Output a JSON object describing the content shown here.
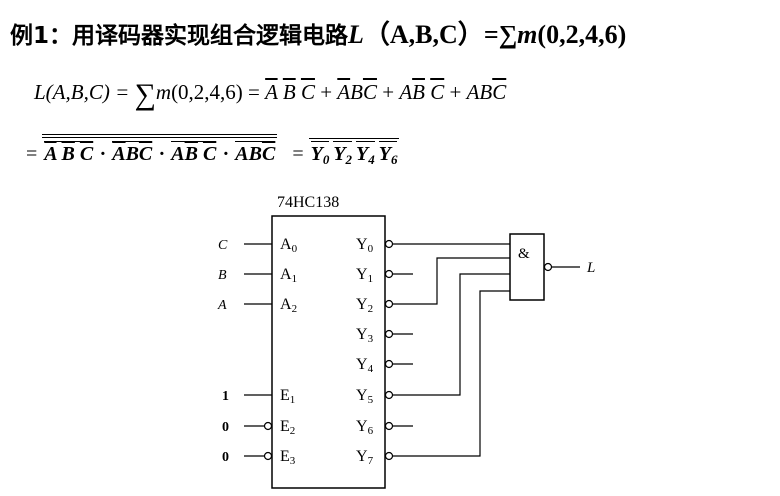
{
  "title": {
    "prefix": "例1：用译码器实现组合逻辑电路",
    "L": "L",
    "args": "（A,B,C）",
    "eq": "=∑",
    "m": "m",
    "minterms": "(0,2,4,6)"
  },
  "equation1": {
    "lhs": "L(A,B,C) = ",
    "sigma": "∑",
    "m": "m",
    "args": "(0,2,4,6) = ",
    "terms": [
      "A B C",
      "ABC",
      "AB C",
      "ABC"
    ],
    "plus": " + "
  },
  "equation2": {
    "prefix": "= ",
    "dot": " · ",
    "eq2": "= ",
    "outputs": [
      {
        "name": "Y",
        "sub": "0"
      },
      {
        "name": "Y",
        "sub": "2"
      },
      {
        "name": "Y",
        "sub": "4"
      },
      {
        "name": "Y",
        "sub": "6"
      }
    ]
  },
  "circuit": {
    "chip_label": "74HC138",
    "inputs": [
      {
        "signal": "C",
        "pin": "A",
        "sub": "0"
      },
      {
        "signal": "B",
        "pin": "A",
        "sub": "1"
      },
      {
        "signal": "A",
        "pin": "A",
        "sub": "2"
      }
    ],
    "enables": [
      {
        "value": "1",
        "pin": "E",
        "sub": "1"
      },
      {
        "value": "0",
        "pin": "E",
        "sub": "2"
      },
      {
        "value": "0",
        "pin": "E",
        "sub": "3"
      }
    ],
    "outputs": [
      {
        "pin": "Y",
        "sub": "0"
      },
      {
        "pin": "Y",
        "sub": "1"
      },
      {
        "pin": "Y",
        "sub": "2"
      },
      {
        "pin": "Y",
        "sub": "3"
      },
      {
        "pin": "Y",
        "sub": "4"
      },
      {
        "pin": "Y",
        "sub": "5"
      },
      {
        "pin": "Y",
        "sub": "6"
      },
      {
        "pin": "Y",
        "sub": "7"
      }
    ],
    "gate_symbol": "&",
    "gate_output": "L"
  }
}
